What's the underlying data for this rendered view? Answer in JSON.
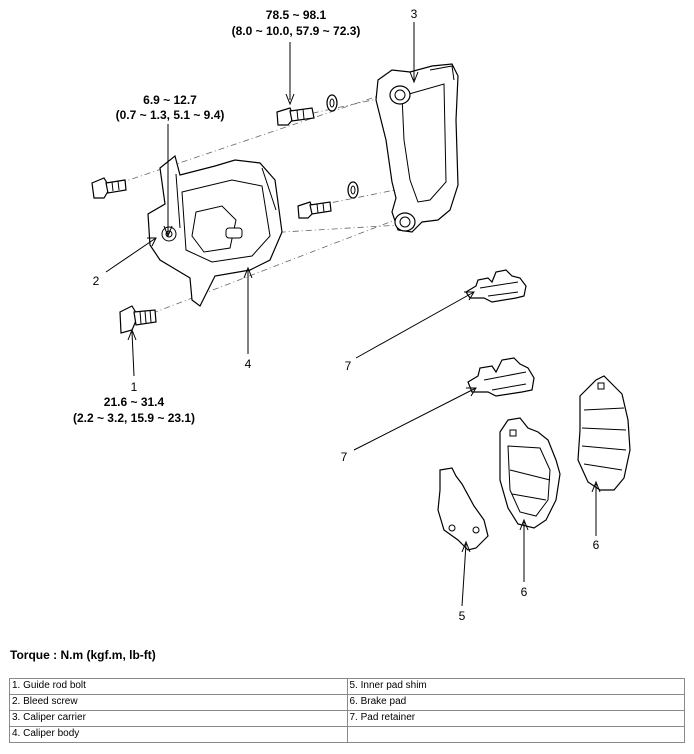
{
  "torque": {
    "bolt_3": {
      "value": "78.5 ~ 98.1",
      "alt": "(8.0 ~ 10.0, 57.9 ~ 72.3)"
    },
    "bolt_2": {
      "value": "6.9 ~ 12.7",
      "alt": "(0.7 ~ 1.3, 5.1 ~ 9.4)"
    },
    "bolt_1": {
      "value": "21.6 ~ 31.4",
      "alt": "(2.2 ~ 3.2, 15.9 ~ 23.1)"
    }
  },
  "callouts": {
    "c1": "1",
    "c2": "2",
    "c3": "3",
    "c4": "4",
    "c5": "5",
    "c6a": "6",
    "c6b": "6",
    "c7a": "7",
    "c7b": "7"
  },
  "torque_heading": "Torque : N.m (kgf.m, lb-ft)",
  "legend": {
    "rows": [
      [
        "1. Guide rod bolt",
        "5. Inner pad shim"
      ],
      [
        "2. Bleed screw",
        "6. Brake pad"
      ],
      [
        "3. Caliper carrier",
        "7. Pad retainer"
      ],
      [
        "4. Caliper body",
        ""
      ]
    ]
  }
}
